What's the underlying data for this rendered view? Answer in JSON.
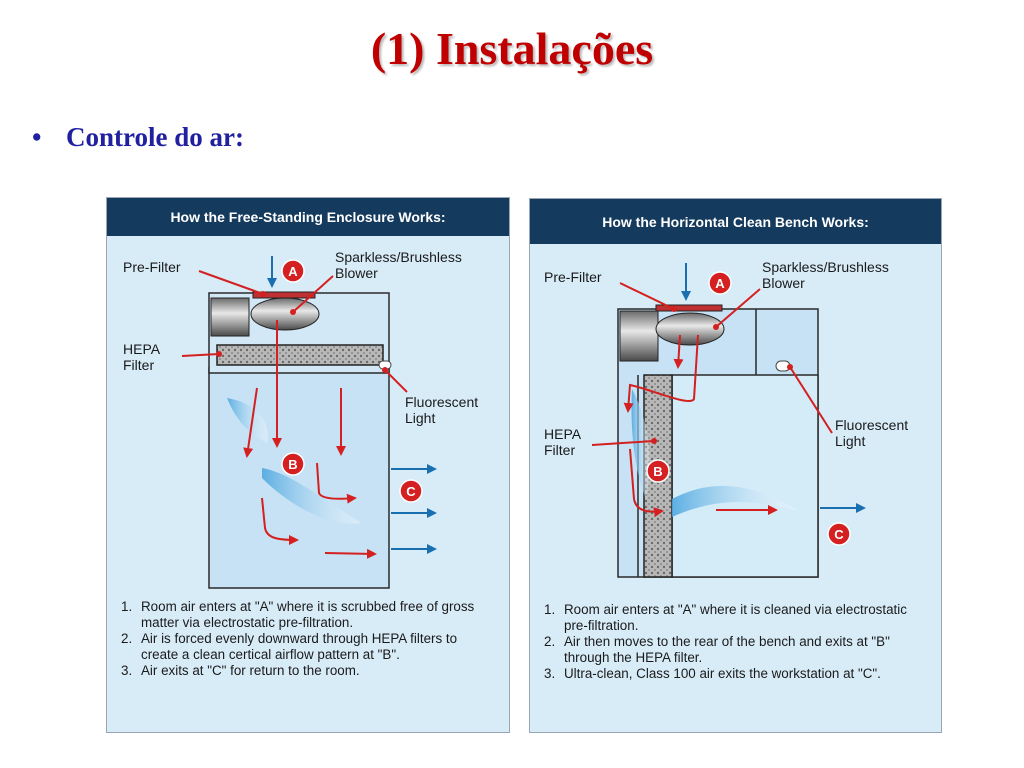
{
  "slide": {
    "title": "(1) Instalações",
    "bullet": "Controle do ar:"
  },
  "colors": {
    "title_red": "#c00000",
    "bullet_blue": "#2020a0",
    "panel_header": "#143a5e",
    "panel_body": "#d8ecf8",
    "airflow_red": "#d42020",
    "airflow_blue": "#1a6fb0"
  },
  "left_panel": {
    "header": "How the Free-Standing Enclosure  Works:",
    "labels": {
      "pre_filter": "Pre-Filter",
      "blower_1": "Sparkless/Brushless",
      "blower_2": "Blower",
      "hepa_1": "HEPA",
      "hepa_2": "Filter",
      "light_1": "Fluorescent",
      "light_2": "Light",
      "marker_a": "A",
      "marker_b": "B",
      "marker_c": "C"
    },
    "steps": [
      {
        "num": "1.",
        "text": "Room air enters at \"A\" where it is scrubbed free of gross matter via electrostatic pre-filtration."
      },
      {
        "num": "2.",
        "text": "Air is forced evenly downward through HEPA filters to create a clean certical airflow pattern at \"B\"."
      },
      {
        "num": "3.",
        "text": "Air exits at \"C\" for return to the room."
      }
    ]
  },
  "right_panel": {
    "header": "How the Horizontal Clean Bench  Works:",
    "labels": {
      "pre_filter": "Pre-Filter",
      "blower_1": "Sparkless/Brushless",
      "blower_2": "Blower",
      "hepa_1": "HEPA",
      "hepa_2": "Filter",
      "light_1": "Fluorescent",
      "light_2": "Light",
      "marker_a": "A",
      "marker_b": "B",
      "marker_c": "C"
    },
    "steps": [
      {
        "num": "1.",
        "text": "Room air enters at \"A\" where it is cleaned via electrostatic pre-filtration."
      },
      {
        "num": "2.",
        "text": "Air then moves to the rear of the bench and exits at \"B\" through the HEPA filter."
      },
      {
        "num": "3.",
        "text": "Ultra-clean, Class 100 air exits the workstation at \"C\"."
      }
    ]
  }
}
